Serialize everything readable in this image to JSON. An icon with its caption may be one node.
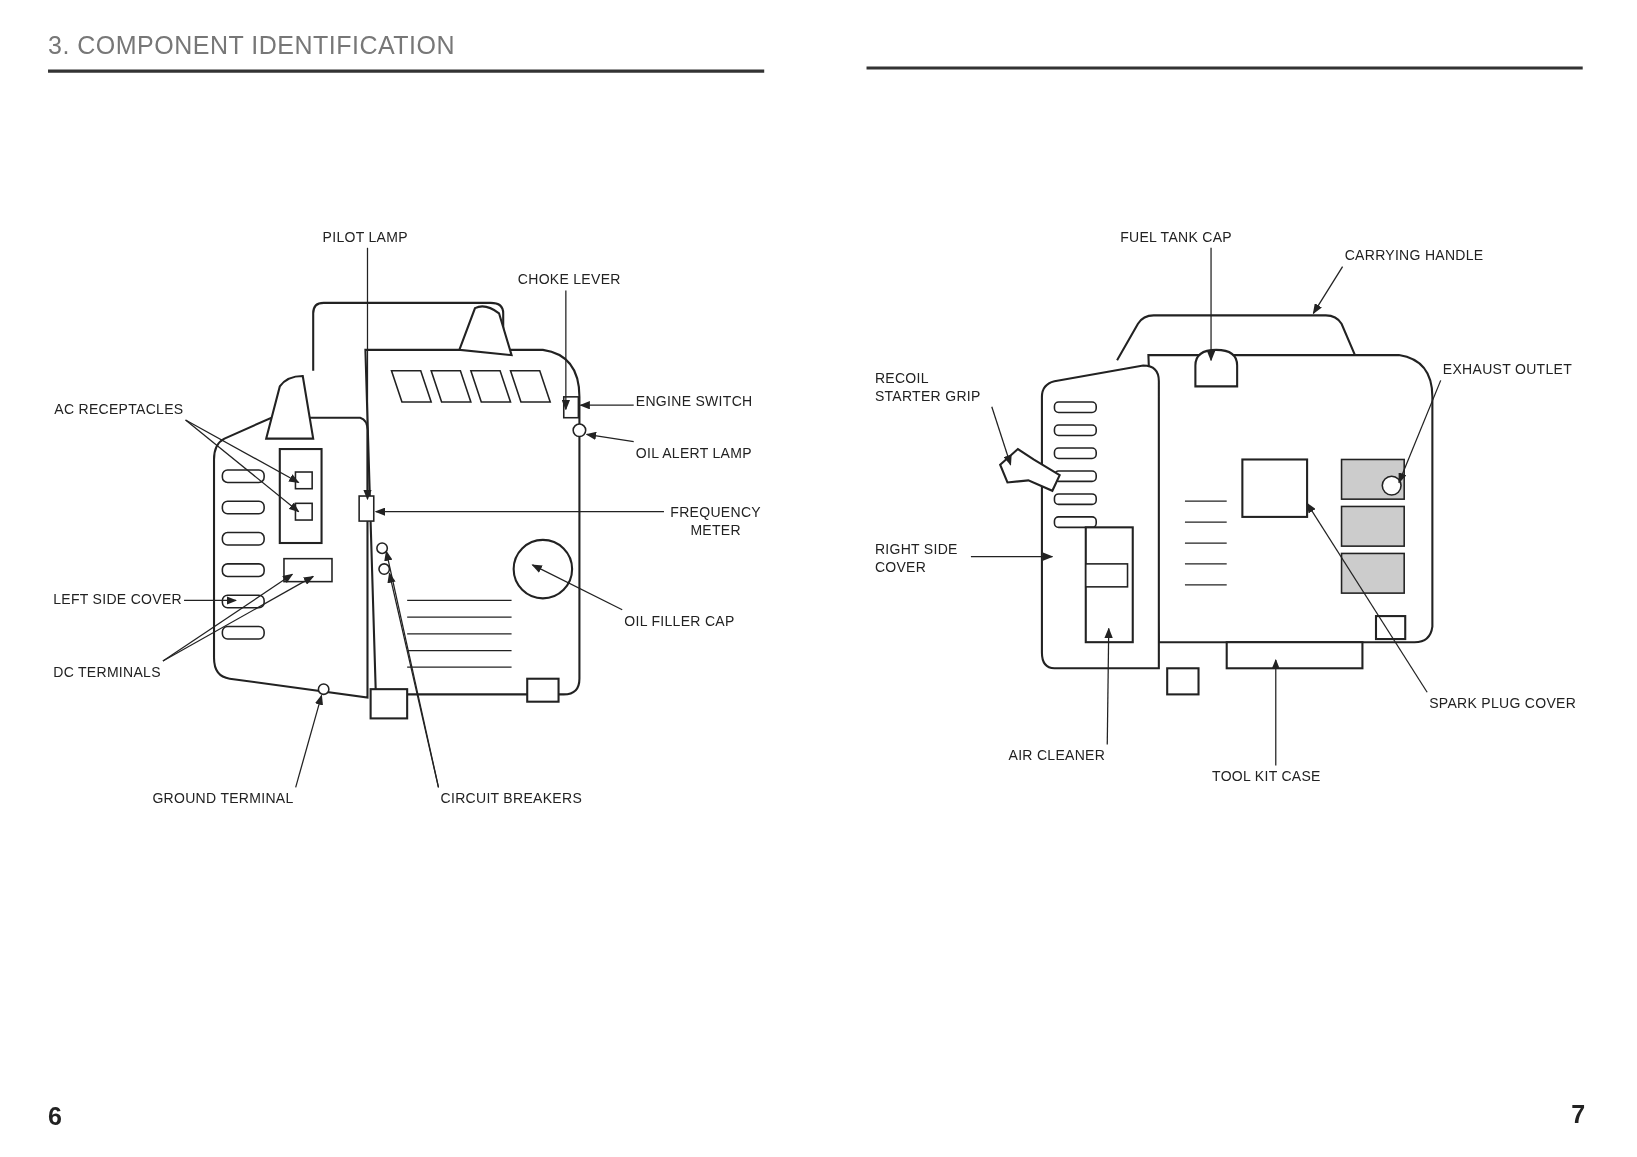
{
  "diagram": {
    "title": "3. COMPONENT IDENTIFICATION",
    "nodes": [
      {
        "text": [
          "PILOT LAMP"
        ]
      },
      {
        "text": [
          "CHOKE LEVER"
        ]
      },
      {
        "text": [
          "AC RECEPTACLES"
        ]
      },
      {
        "text": [
          "ENGINE SWITCH"
        ]
      },
      {
        "text": [
          "OIL ALERT LAMP"
        ]
      },
      {
        "text": [
          "FREQUENCY METER"
        ]
      },
      {
        "text": [
          "LEFT SIDE COVER"
        ]
      },
      {
        "text": [
          "OIL FILLER CAP"
        ]
      },
      {
        "text": [
          "DC TERMINALS"
        ]
      },
      {
        "text": [
          "GROUND TERMINAL"
        ]
      },
      {
        "text": [
          "CIRCUIT BREAKERS"
        ]
      },
      {
        "text": [
          "FUEL TANK CAP"
        ]
      },
      {
        "text": [
          "CARRYING HANDLE"
        ]
      },
      {
        "text": [
          "EXHAUST OUTLET"
        ]
      },
      {
        "text": [
          "RECOIL STARTER GRIP"
        ]
      },
      {
        "text": [
          "RIGHT SIDE COVER"
        ]
      },
      {
        "text": [
          "SPARK PLUG COVER"
        ]
      },
      {
        "text": [
          "AIR CLEANER"
        ]
      },
      {
        "text": [
          "TOOL KIT CASE"
        ]
      },
      {
        "text": [],
        "shape": "picture"
      },
      {
        "text": [],
        "shape": "picture"
      }
    ],
    "edges": [
      {
        "from": 0,
        "to": 19,
        "arrow": "to"
      },
      {
        "from": 1,
        "to": 19,
        "arrow": "to"
      },
      {
        "from": 2,
        "to": 19,
        "arrow": "to"
      },
      {
        "from": 2,
        "to": 19,
        "arrow": "to"
      },
      {
        "from": 3,
        "to": 19,
        "arrow": "to"
      },
      {
        "from": 4,
        "to": 19,
        "arrow": "to"
      },
      {
        "from": 5,
        "to": 19,
        "arrow": "to"
      },
      {
        "from": 6,
        "to": 19,
        "arrow": "to"
      },
      {
        "from": 7,
        "to": 19,
        "arrow": "to"
      },
      {
        "from": 8,
        "to": 19,
        "arrow": "to"
      },
      {
        "from": 8,
        "to": 19,
        "arrow": "to"
      },
      {
        "from": 9,
        "to": 19,
        "arrow": "to"
      },
      {
        "from": 10,
        "to": 19,
        "arrow": "to"
      },
      {
        "from": 10,
        "to": 19,
        "arrow": "to"
      },
      {
        "from": 11,
        "to": 20,
        "arrow": "to"
      },
      {
        "from": 12,
        "to": 20,
        "arrow": "to"
      },
      {
        "from": 13,
        "to": 20,
        "arrow": "to"
      },
      {
        "from": 14,
        "to": 20,
        "arrow": "to"
      },
      {
        "from": 15,
        "to": 20,
        "arrow": "to"
      },
      {
        "from": 16,
        "to": 20,
        "arrow": "to"
      },
      {
        "from": 17,
        "to": 20,
        "arrow": "to"
      },
      {
        "from": 18,
        "to": 20,
        "arrow": "to"
      }
    ],
    "labels": [
      "6",
      "7"
    ]
  }
}
